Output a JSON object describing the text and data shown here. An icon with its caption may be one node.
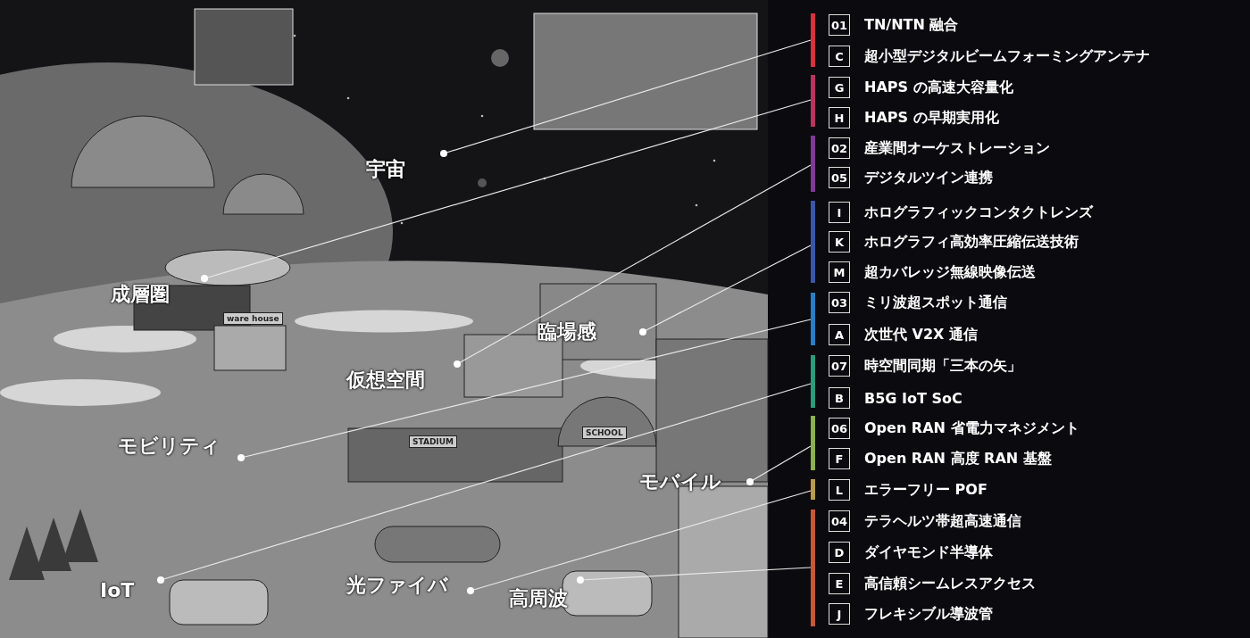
{
  "diagram": {
    "nodes": [
      {
        "text": [
          "宇宙"
        ]
      },
      {
        "text": [
          "成層圏"
        ]
      },
      {
        "text": [
          "臨場感"
        ]
      },
      {
        "text": [
          "仮想空間"
        ]
      },
      {
        "text": [
          "モビリティ"
        ]
      },
      {
        "text": [
          "モバイル"
        ]
      },
      {
        "text": [
          "IoT"
        ]
      },
      {
        "text": [
          "光ファイバ"
        ]
      },
      {
        "text": [
          "高周波"
        ]
      },
      {
        "text": [],
        "shape": "bar"
      },
      {
        "text": [
          "01",
          "TN/NTN 融合"
        ]
      },
      {
        "text": [
          "C",
          "超小型デジタルビームフォーミングアンテナ"
        ]
      },
      {
        "text": [],
        "shape": "bar"
      },
      {
        "text": [
          "G",
          "HAPS の高速大容量化"
        ]
      },
      {
        "text": [
          "H",
          "HAPS の早期実用化"
        ]
      },
      {
        "text": [],
        "shape": "bar"
      },
      {
        "text": [
          "02",
          "産業間オーケストレーション"
        ]
      },
      {
        "text": [
          "05",
          "デジタルツイン連携"
        ]
      },
      {
        "text": [],
        "shape": "bar"
      },
      {
        "text": [
          "I",
          "ホログラフィックコンタクトレンズ"
        ]
      },
      {
        "text": [
          "K",
          "ホログラフィ高効率圧縮伝送技術"
        ]
      },
      {
        "text": [
          "M",
          "超カバレッジ無線映像伝送"
        ]
      },
      {
        "text": [],
        "shape": "bar"
      },
      {
        "text": [
          "03",
          "ミリ波超スポット通信"
        ]
      },
      {
        "text": [
          "A",
          "次世代 V2X 通信"
        ]
      },
      {
        "text": [],
        "shape": "bar"
      },
      {
        "text": [
          "07",
          "時空間同期「三本の矢」"
        ]
      },
      {
        "text": [
          "B",
          "B5G IoT SoC"
        ]
      },
      {
        "text": [],
        "shape": "bar"
      },
      {
        "text": [
          "06",
          "Open RAN 省電力マネジメント"
        ]
      },
      {
        "text": [
          "F",
          "Open RAN 高度 RAN 基盤"
        ]
      },
      {
        "text": [],
        "shape": "bar"
      },
      {
        "text": [
          "L",
          "エラーフリー POF"
        ]
      },
      {
        "text": [],
        "shape": "bar"
      },
      {
        "text": [
          "04",
          "テラヘルツ帯超高速通信"
        ]
      },
      {
        "text": [
          "D",
          "ダイヤモンド半導体"
        ]
      },
      {
        "text": [
          "E",
          "高信頼シームレスアクセス"
        ]
      },
      {
        "text": [
          "J",
          "フレキシブル導波管"
        ]
      }
    ],
    "edges": [
      {
        "from": 0,
        "to": 9,
        "arrow": "other"
      },
      {
        "from": 1,
        "to": 12,
        "arrow": "other"
      },
      {
        "from": 3,
        "to": 15,
        "arrow": "other"
      },
      {
        "from": 2,
        "to": 18,
        "arrow": "other"
      },
      {
        "from": 4,
        "to": 22,
        "arrow": "other"
      },
      {
        "from": 6,
        "to": 25,
        "arrow": "other"
      },
      {
        "from": 5,
        "to": 28,
        "arrow": "other"
      },
      {
        "from": 7,
        "to": 31,
        "arrow": "other"
      },
      {
        "from": 8,
        "to": 33,
        "arrow": "other"
      }
    ],
    "labels": [
      "ware house",
      "STADIUM",
      "SCHOOL"
    ]
  }
}
